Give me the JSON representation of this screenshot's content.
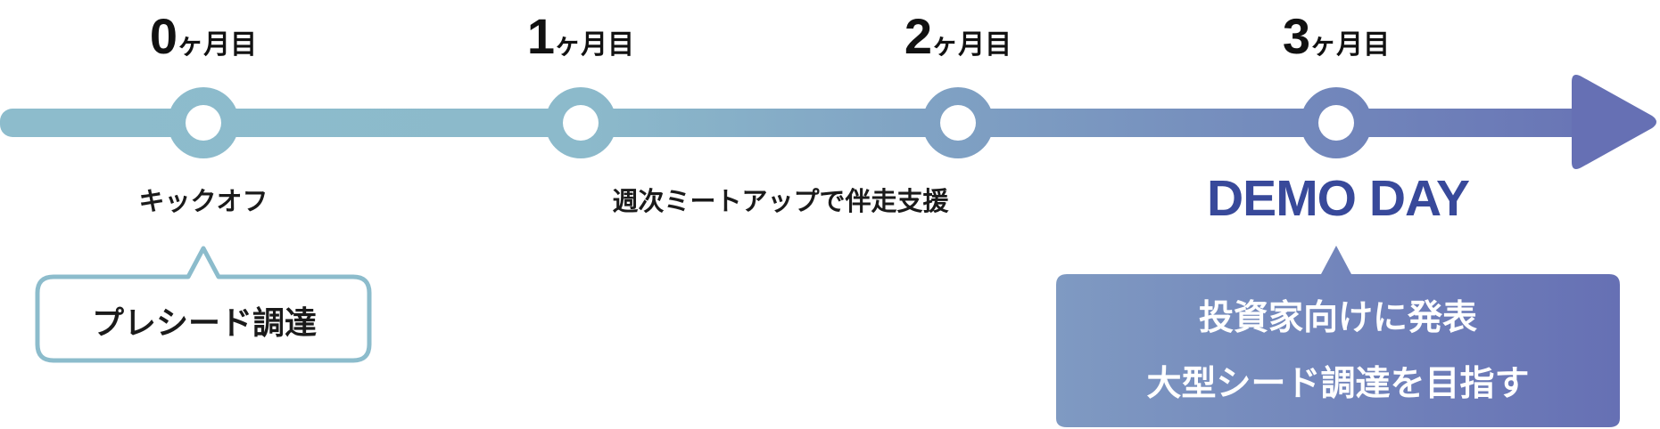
{
  "milestones": [
    {
      "num": "0",
      "unit": "ヶ月目"
    },
    {
      "num": "1",
      "unit": "ヶ月目"
    },
    {
      "num": "2",
      "unit": "ヶ月目"
    },
    {
      "num": "3",
      "unit": "ヶ月目"
    }
  ],
  "stages": {
    "kickoff": "キックオフ",
    "weekly": "週次ミートアップで伴走支援",
    "demo_day": "DEMO DAY"
  },
  "callouts": {
    "pre_seed": "プレシード調達",
    "demo_line1": "投資家向けに発表",
    "demo_line2": "大型シード調達を目指す"
  },
  "colors": {
    "timeline_start": "#8dbccc",
    "timeline_end": "#6670b4",
    "callout_border": "#8cbccc",
    "demo_day_text": "#38499a",
    "demo_box_start": "#7f9ac2",
    "demo_box_end": "#6670b4"
  }
}
